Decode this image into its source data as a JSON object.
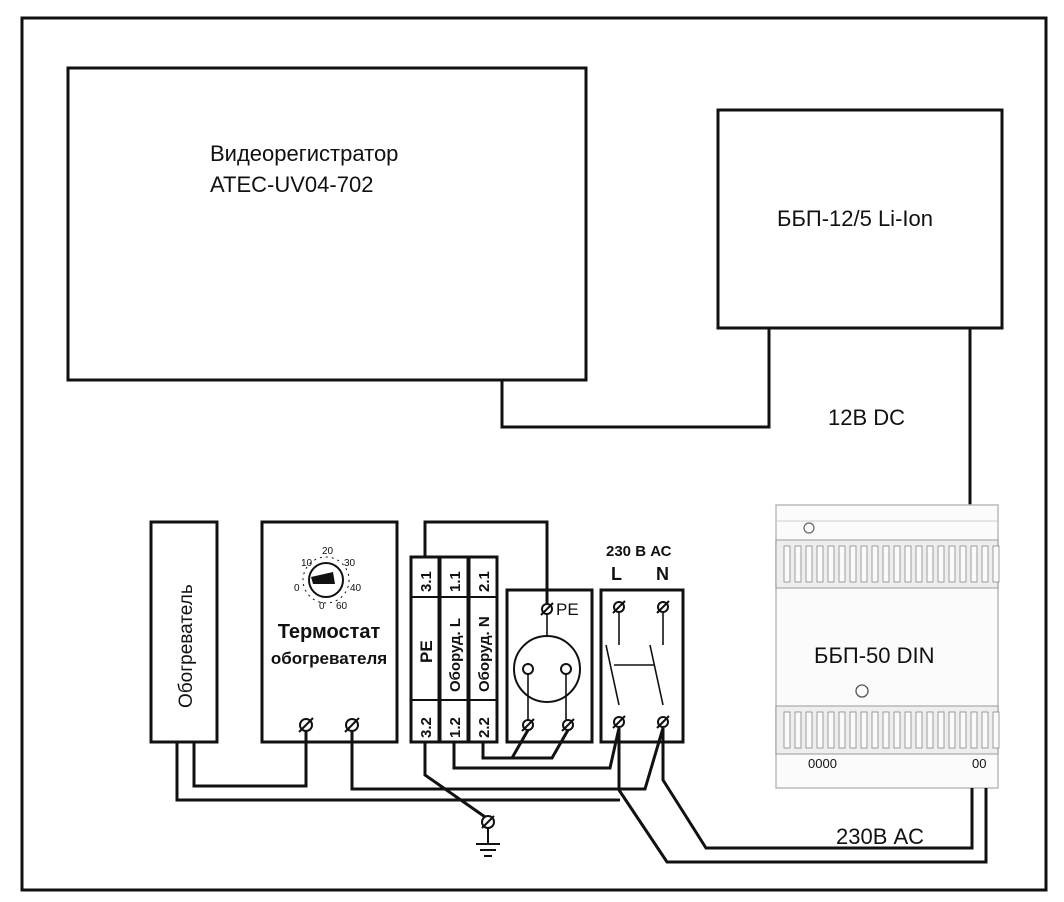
{
  "recorder": {
    "line1": "Видеорегистратор",
    "line2": "ATEC-UV04-702"
  },
  "ups_small": {
    "label": "ББП-12/5 Li-Ion"
  },
  "dc_label": "12В DC",
  "ups_din": {
    "label": "ББП-50 DIN",
    "mark_left": "0000",
    "mark_right": "00"
  },
  "ac_bottom_label": "230В AC",
  "heater": {
    "label": "Обогреватель"
  },
  "thermostat": {
    "line1": "Термостат",
    "line2": "обогревателя",
    "dial": [
      "20",
      "10",
      "30",
      "0",
      "40",
      "0",
      "60"
    ]
  },
  "terminals": {
    "t31": "3.1",
    "t11": "1.1",
    "t21": "2.1",
    "pe": "PE",
    "oborud_l": "Оборуд. L",
    "oborud_n": "Оборуд. N",
    "t32": "3.2",
    "t12": "1.2",
    "t22": "2.2"
  },
  "socket": {
    "pe_label": "PE"
  },
  "breaker": {
    "header": "230 В АС",
    "l": "L",
    "n": "N"
  }
}
